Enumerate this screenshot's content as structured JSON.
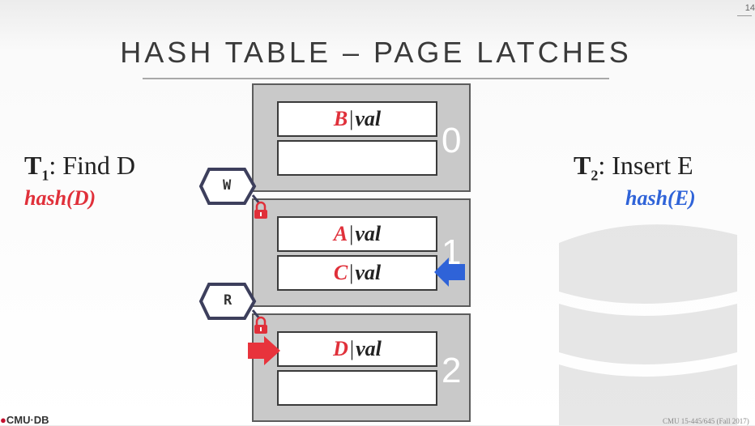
{
  "slide": {
    "title": "HASH TABLE – PAGE LATCHES",
    "number": "14",
    "footer_logo": "CMU·DB",
    "footer_course": "CMU 15-445/645 (Fall 2017)"
  },
  "t1": {
    "label_prefix": "T",
    "label_sub": "1",
    "label_rest": ": Find D",
    "hash": "hash(D)"
  },
  "t2": {
    "label_prefix": "T",
    "label_sub": "2",
    "label_rest": ": Insert E",
    "hash": "hash(E)"
  },
  "pages": [
    {
      "number": "0",
      "slots": [
        {
          "key": "B",
          "value": "val"
        },
        {
          "key": "",
          "value": ""
        }
      ]
    },
    {
      "number": "1",
      "slots": [
        {
          "key": "A",
          "value": "val"
        },
        {
          "key": "C",
          "value": "val"
        }
      ]
    },
    {
      "number": "2",
      "slots": [
        {
          "key": "D",
          "value": "val"
        },
        {
          "key": "",
          "value": ""
        }
      ]
    }
  ],
  "latches": {
    "write": "W",
    "read": "R"
  },
  "colors": {
    "t1": "#e0303a",
    "t2": "#2f63d8",
    "page_bg": "#c9c9c9"
  }
}
